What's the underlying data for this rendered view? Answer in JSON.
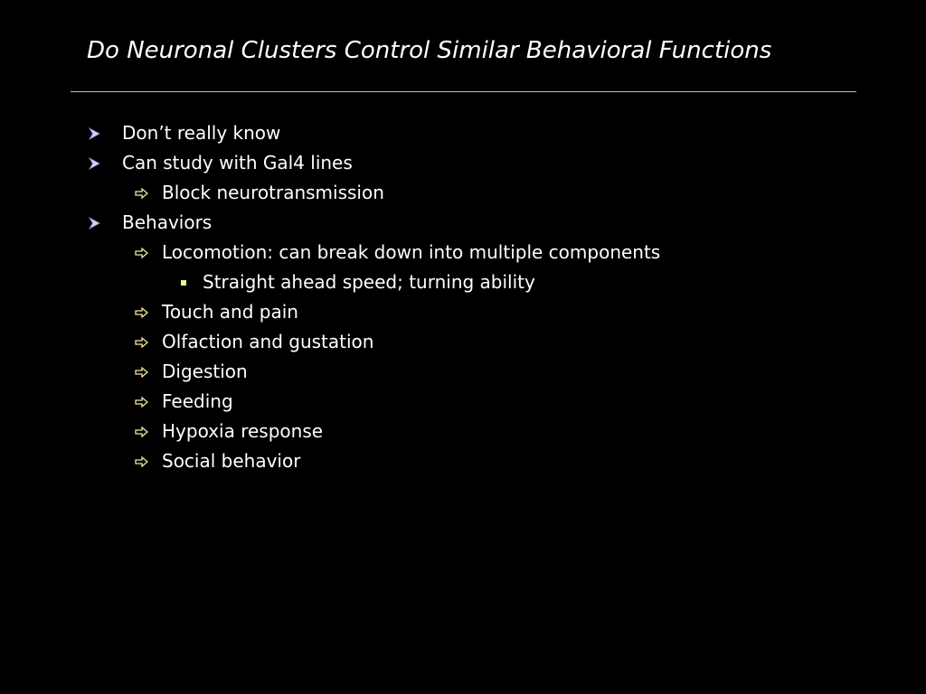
{
  "slide": {
    "title": "Do Neuronal Clusters Control Similar Behavioral Functions",
    "bullets": [
      {
        "level": 1,
        "icon": "arrowhead-bullet-icon",
        "text": "Don’t really know"
      },
      {
        "level": 1,
        "icon": "arrowhead-bullet-icon",
        "text": "Can study with Gal4 lines"
      },
      {
        "level": 2,
        "icon": "outline-arrow-bullet-icon",
        "text": "Block neurotransmission"
      },
      {
        "level": 1,
        "icon": "arrowhead-bullet-icon",
        "text": "Behaviors"
      },
      {
        "level": 2,
        "icon": "outline-arrow-bullet-icon",
        "text": "Locomotion: can break down into multiple components"
      },
      {
        "level": 3,
        "icon": "square-bullet-icon",
        "text": "Straight ahead speed; turning ability"
      },
      {
        "level": 2,
        "icon": "outline-arrow-bullet-icon",
        "text": "Touch and pain"
      },
      {
        "level": 2,
        "icon": "outline-arrow-bullet-icon",
        "text": "Olfaction and gustation"
      },
      {
        "level": 2,
        "icon": "outline-arrow-bullet-icon",
        "text": "Digestion"
      },
      {
        "level": 2,
        "icon": "outline-arrow-bullet-icon",
        "text": "Feeding"
      },
      {
        "level": 2,
        "icon": "outline-arrow-bullet-icon",
        "text": "Hypoxia response"
      },
      {
        "level": 2,
        "icon": "outline-arrow-bullet-icon",
        "text": "Social behavior"
      }
    ]
  },
  "colors": {
    "background": "#000000",
    "text": "#ffffff",
    "rule": "#a9c8ad",
    "level1_bullet": "#cfd2f5",
    "level2_bullet": "#f2e6a0",
    "level3_bullet": "#f3f08a"
  }
}
